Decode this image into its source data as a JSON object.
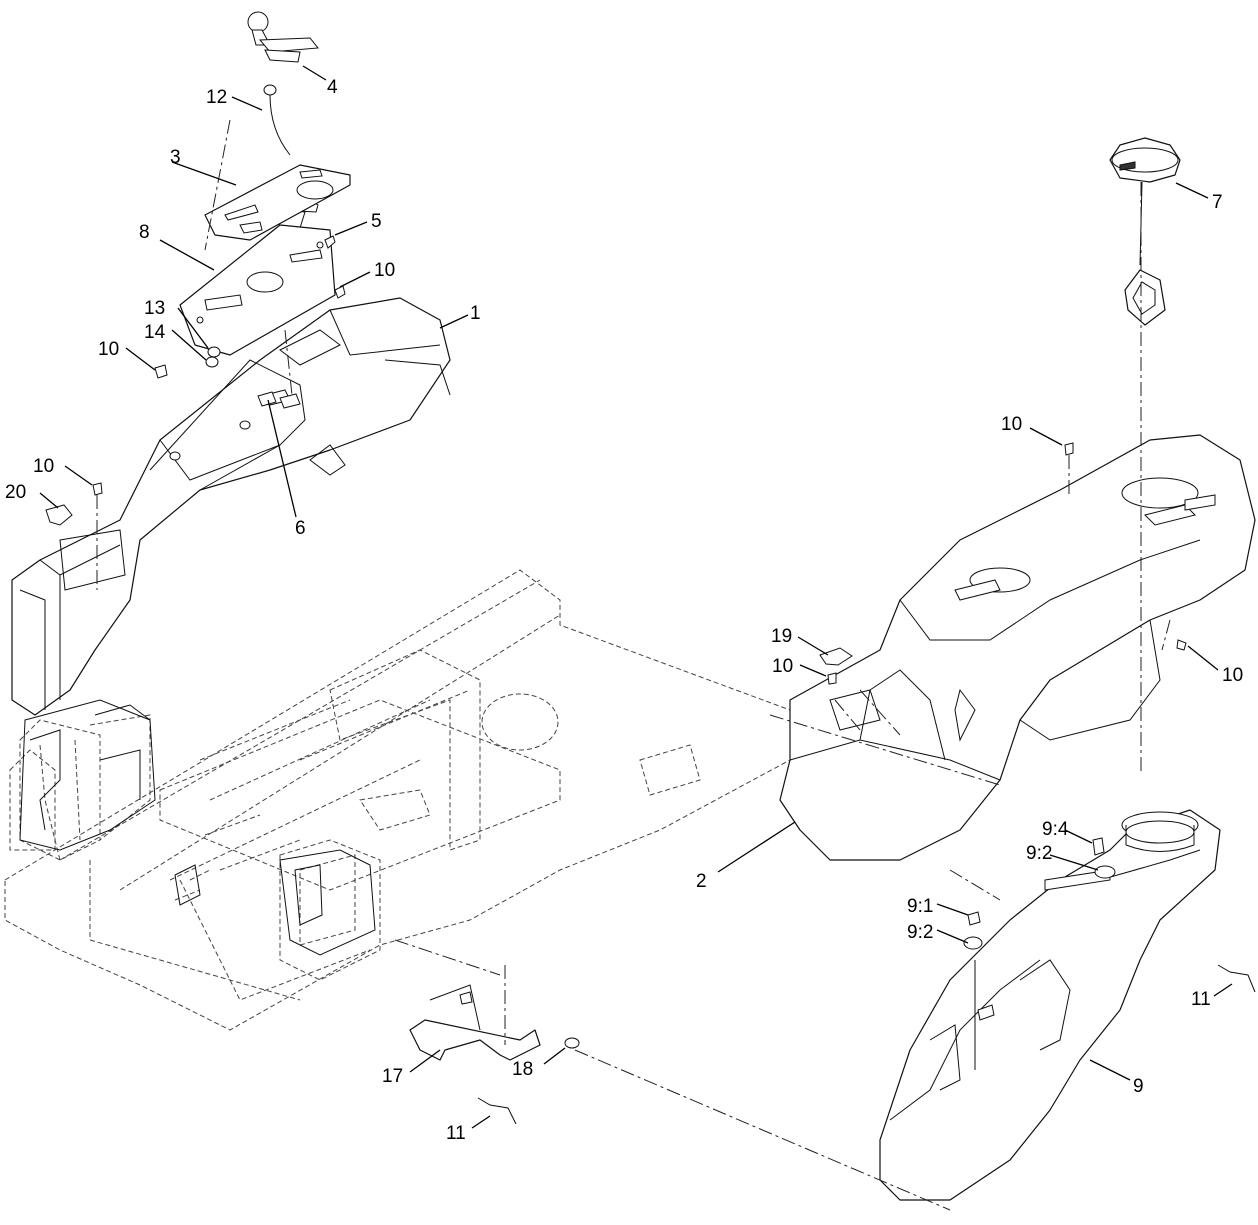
{
  "callouts": {
    "c1": "1",
    "c2": "2",
    "c3": "3",
    "c4": "4",
    "c5": "5",
    "c6": "6",
    "c7": "7",
    "c8": "8",
    "c9": "9",
    "c9_1": "9:1",
    "c9_2a": "9:2",
    "c9_2b": "9:2",
    "c9_4": "9:4",
    "c10a": "10",
    "c10b": "10",
    "c10c": "10",
    "c10d": "10",
    "c10e": "10",
    "c10f": "10",
    "c11a": "11",
    "c11b": "11",
    "c12": "12",
    "c13": "13",
    "c14": "14",
    "c17": "17",
    "c18": "18",
    "c19": "19",
    "c20": "20"
  }
}
